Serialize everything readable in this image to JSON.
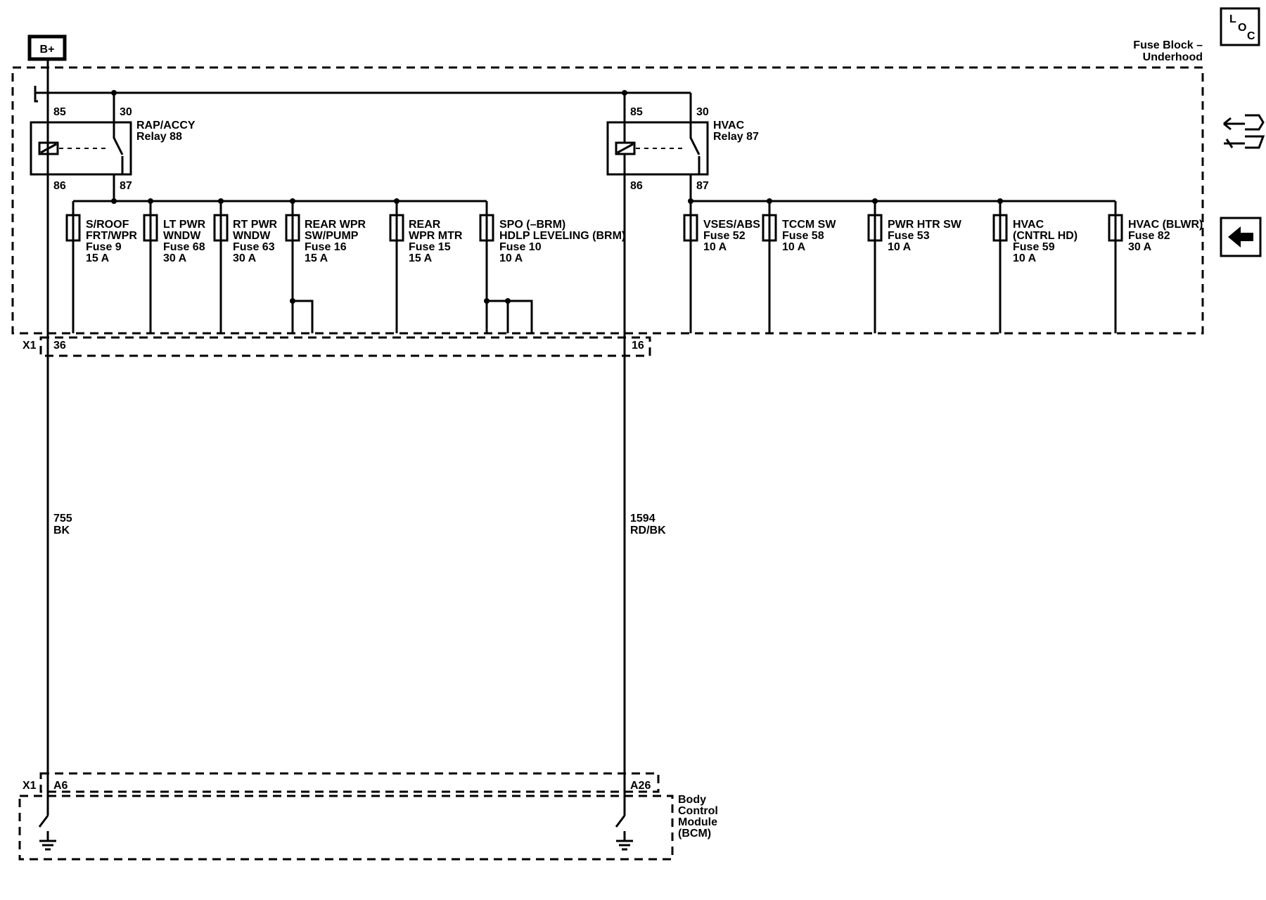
{
  "power_source": "B+",
  "fuse_block": {
    "line1": "Fuse Block –",
    "line2": "Underhood"
  },
  "relays": [
    {
      "name_line1": "RAP/ACCY",
      "name_line2": "Relay 88",
      "pin_85": "85",
      "pin_30": "30",
      "pin_86": "86",
      "pin_87": "87"
    },
    {
      "name_line1": "HVAC",
      "name_line2": "Relay 87",
      "pin_85": "85",
      "pin_30": "30",
      "pin_86": "86",
      "pin_87": "87"
    }
  ],
  "fuses": [
    {
      "lines": [
        "S/ROOF",
        "FRT/WPR",
        "Fuse 9",
        "15 A"
      ]
    },
    {
      "lines": [
        "LT PWR",
        "WNDW",
        "Fuse 68",
        "30 A"
      ]
    },
    {
      "lines": [
        "RT PWR",
        "WNDW",
        "Fuse 63",
        "30 A"
      ]
    },
    {
      "lines": [
        "REAR WPR",
        "SW/PUMP",
        "Fuse 16",
        "15 A"
      ]
    },
    {
      "lines": [
        "REAR",
        "WPR MTR",
        "Fuse 15",
        "15 A"
      ]
    },
    {
      "lines": [
        "SPO (–BRM)",
        "HDLP LEVELING (BRM)",
        "Fuse 10",
        "10 A"
      ]
    },
    {
      "lines": [
        "VSES/ABS",
        "Fuse 52",
        "10 A"
      ]
    },
    {
      "lines": [
        "TCCM SW",
        "Fuse 58",
        "10 A"
      ]
    },
    {
      "lines": [
        "PWR HTR SW",
        "Fuse 53",
        "10 A"
      ]
    },
    {
      "lines": [
        "HVAC",
        "(CNTRL HD)",
        "Fuse 59",
        "10 A"
      ]
    },
    {
      "lines": [
        "HVAC (BLWR)",
        "Fuse 82",
        "30 A"
      ]
    }
  ],
  "connectors": {
    "x1_top": {
      "label": "X1",
      "pin_left": "36",
      "pin_right": "16"
    },
    "x1_bottom": {
      "label": "X1",
      "pin_left": "A6",
      "pin_right": "A26"
    }
  },
  "wires": [
    {
      "circuit": "755",
      "color": "BK"
    },
    {
      "circuit": "1594",
      "color": "RD/BK"
    }
  ],
  "module": {
    "lines": [
      "Body",
      "Control",
      "Module",
      "(BCM)"
    ]
  },
  "side_icons": {
    "loc": {
      "l": "L",
      "o": "O",
      "c": "C"
    },
    "icons": [
      "connector-icon",
      "back-arrow-icon"
    ]
  }
}
